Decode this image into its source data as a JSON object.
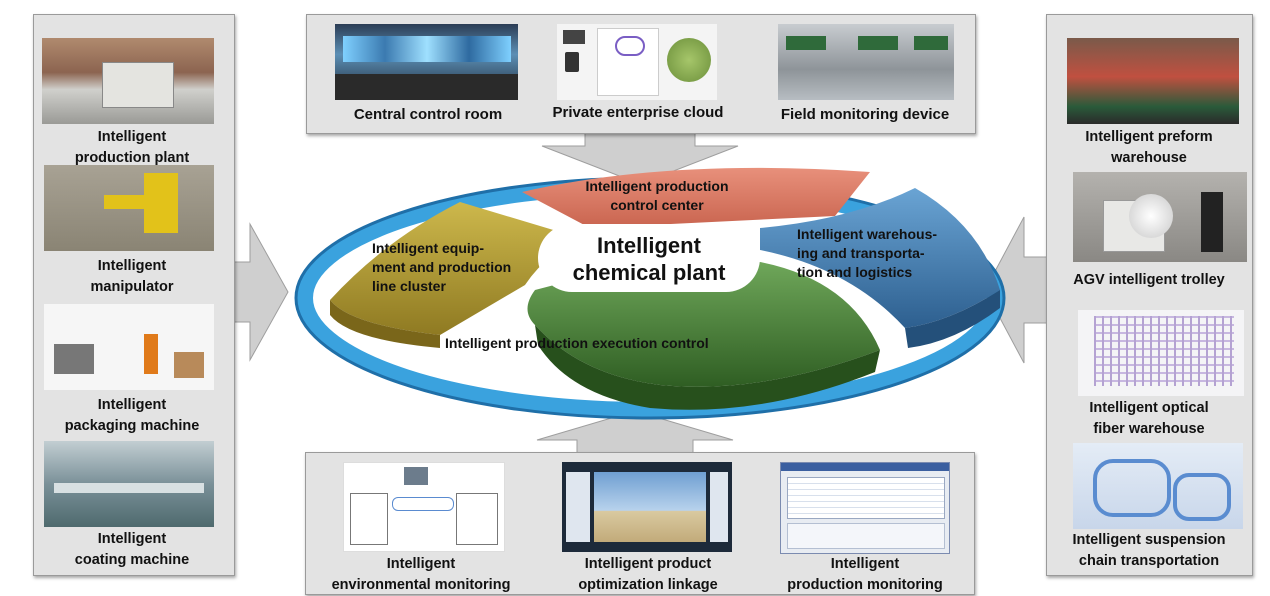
{
  "center": {
    "title": "Intelligent\nchemical plant"
  },
  "segments": {
    "top": "Intelligent production\ncontrol center",
    "left": "Intelligent equip-\nment and production\nline cluster",
    "right": "Intelligent warehous-\ning and transporta-\ntion and logistics",
    "bottom": "Intelligent production execution control"
  },
  "top_panel": [
    {
      "label": "Central control room"
    },
    {
      "label": "Private enterprise cloud"
    },
    {
      "label": "Field monitoring device"
    }
  ],
  "bottom_panel": [
    {
      "label": "Intelligent\nenvironmental monitoring"
    },
    {
      "label": "Intelligent product\noptimization linkage"
    },
    {
      "label": "Intelligent\nproduction monitoring"
    }
  ],
  "left_panel": [
    {
      "label": "Intelligent\nproduction plant"
    },
    {
      "label": "Intelligent\nmanipulator"
    },
    {
      "label": "Intelligent\npackaging machine"
    },
    {
      "label": "Intelligent\ncoating machine"
    }
  ],
  "right_panel": [
    {
      "label": "Intelligent preform\nwarehouse"
    },
    {
      "label": "AGV intelligent trolley"
    },
    {
      "label": "Intelligent optical\nfiber warehouse"
    },
    {
      "label": "Intelligent suspension\nchain transportation"
    }
  ],
  "colors": {
    "segment_top": "#d9806c",
    "segment_left": "#b8a036",
    "segment_right": "#4a86b8",
    "segment_bottom": "#4e8a3a",
    "ring": "#39a0dd",
    "panel_bg": "#e3e3e3",
    "arrow": "#cfcfcf"
  }
}
